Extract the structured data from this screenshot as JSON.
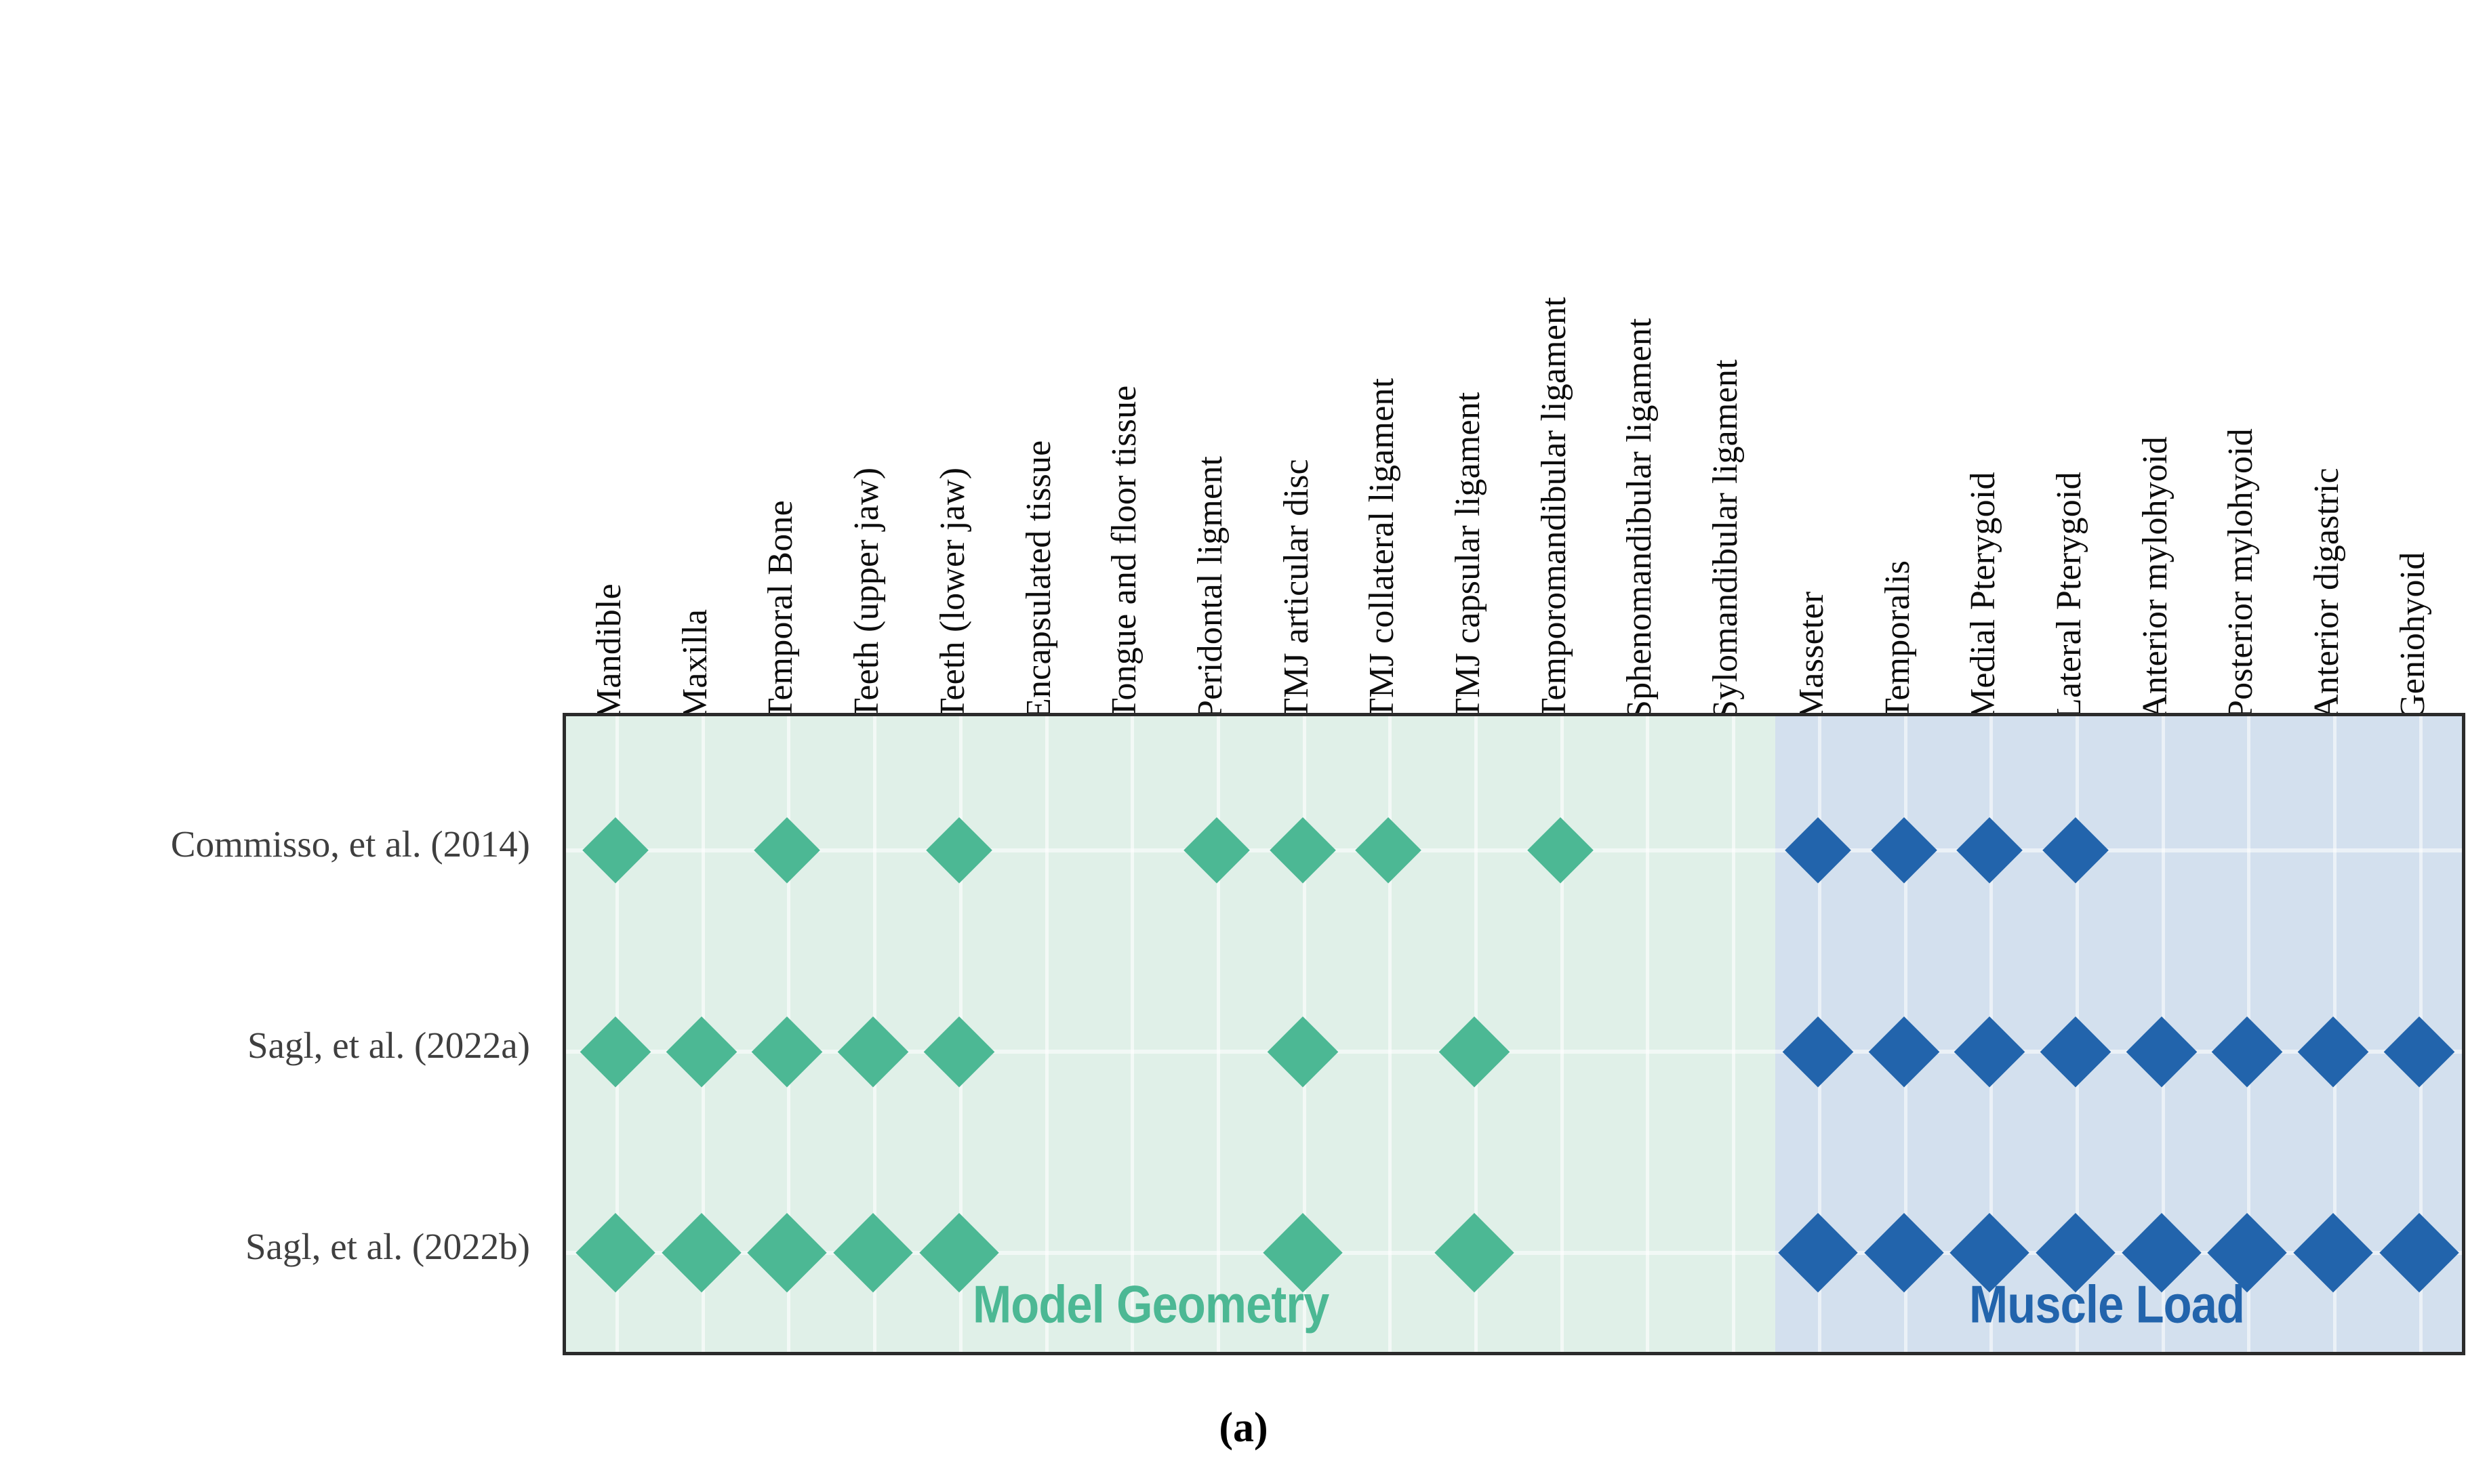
{
  "figure": {
    "caption": "(a)",
    "sections": [
      {
        "key": "geometry",
        "label": "Model Geometry",
        "color": "#4cb894",
        "band_color": "#e0f0e8"
      },
      {
        "key": "muscle",
        "label": "Muscle Load",
        "color": "#2264ac",
        "band_color": "#d3e0ee"
      }
    ]
  },
  "chart_data": {
    "type": "heatmap",
    "title": "",
    "subtitle": "",
    "xlabel": "",
    "ylabel": "",
    "grid": true,
    "legend_position": "none",
    "marker_shape": "diamond",
    "row_label_axis": "left",
    "column_label_rotation": -90,
    "colors": {
      "geometry_marker": "#4cb894",
      "muscle_marker": "#2264ac",
      "geometry_band": "#e0f0e8",
      "muscle_band": "#d3e0ee",
      "panel_border": "#2b2b2b",
      "gridline": "#ffffff",
      "row_label_text": "#3f3f3f",
      "column_label_text": "#0d0d0d"
    },
    "groups": [
      {
        "name": "Model Geometry",
        "column_start": 0,
        "column_end": 13
      },
      {
        "name": "Muscle Load",
        "column_start": 14,
        "column_end": 21
      }
    ],
    "categories": [
      "Mandible",
      "Maxilla",
      "Temporal Bone",
      "Teeth (upper jaw)",
      "Teeth (lower jaw)",
      "Encapsulated tissue",
      "Tongue and floor tissue",
      "Peridontal ligment",
      "TMJ articular disc",
      "TMJ collateral ligament",
      "TMJ capsular ligament",
      "Temporomandibular ligament",
      "Sphenomandibular ligament",
      "Sylomandibular ligament",
      "Masseter",
      "Temporalis",
      "Medial Pterygoid",
      "Lateral Pterygoid",
      "Anterior mylohyoid",
      "Posterior mylohyoid",
      "Anterior digastric",
      "Geniohyoid"
    ],
    "rows": [
      "Commisso, et al.  (2014)",
      "Sagl, et al. (2022a)",
      "Sagl, et al. (2022b)"
    ],
    "series": [
      {
        "name": "Commisso, et al.  (2014)",
        "marker_size": 98,
        "values": [
          1,
          0,
          1,
          0,
          1,
          0,
          0,
          1,
          1,
          1,
          0,
          1,
          0,
          0,
          1,
          1,
          1,
          1,
          0,
          0,
          0,
          0
        ]
      },
      {
        "name": "Sagl, et al. (2022a)",
        "marker_size": 104,
        "values": [
          1,
          1,
          1,
          1,
          1,
          0,
          0,
          0,
          1,
          0,
          1,
          0,
          0,
          0,
          1,
          1,
          1,
          1,
          1,
          1,
          1,
          1
        ]
      },
      {
        "name": "Sagl, et al. (2022b)",
        "marker_size": 118,
        "values": [
          1,
          1,
          1,
          1,
          1,
          0,
          0,
          0,
          1,
          0,
          1,
          0,
          0,
          0,
          1,
          1,
          1,
          1,
          1,
          1,
          1,
          1
        ]
      }
    ]
  }
}
